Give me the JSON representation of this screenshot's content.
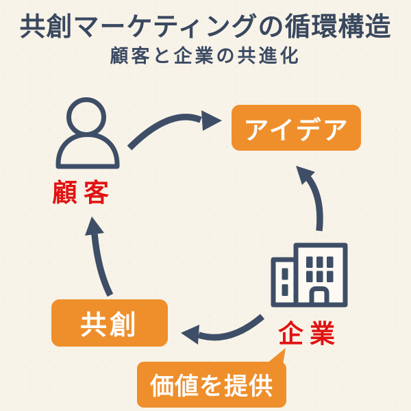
{
  "header": {
    "title": "共創マーケティングの循環構造",
    "subtitle": "顧客と企業の共進化"
  },
  "actors": {
    "customer": {
      "label": "顧客",
      "icon": "person-icon"
    },
    "company": {
      "label": "企業",
      "icon": "building-icon"
    }
  },
  "nodes": {
    "idea": {
      "label": "アイデア"
    },
    "cocreation": {
      "label": "共創"
    },
    "value": {
      "label": "価値を提供",
      "shape": "speech-bubble"
    }
  },
  "flow": {
    "arrows": [
      {
        "from": "customer",
        "to": "idea"
      },
      {
        "from": "company",
        "to": "idea"
      },
      {
        "from": "company",
        "to": "cocreation"
      },
      {
        "from": "cocreation",
        "to": "customer"
      }
    ]
  },
  "colors": {
    "background": "#f8f3e8",
    "navy": "#3e4e67",
    "orange": "#ee8f2c",
    "red": "#e11212",
    "box_text": "#fdfdfd"
  }
}
